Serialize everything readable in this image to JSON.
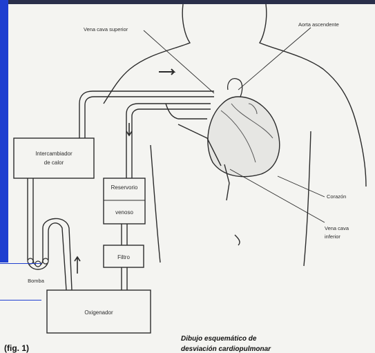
{
  "labels": {
    "vena_cava_superior": "Vena cava superior",
    "aorta_ascendente": "Aorta ascendente",
    "intercambiador_1": "Intercambiador",
    "intercambiador_2": "de calor",
    "reservorio_1": "Reservorio",
    "reservorio_2": "venoso",
    "filtro": "Filtro",
    "corazon": "Corazón",
    "vena_cava_inferior_1": "Vena cava",
    "vena_cava_inferior_2": "inferior",
    "bomba": "Bomba",
    "oxigenador": "Oxigenador"
  },
  "caption": {
    "fig": "(fig. 1)",
    "line1": "Dibujo esquemático de",
    "line2": "desviación cardiopulmonar"
  },
  "colors": {
    "frame": "#1f3fd0",
    "ink": "#2b2b2b",
    "paper": "#f2f2ef"
  }
}
